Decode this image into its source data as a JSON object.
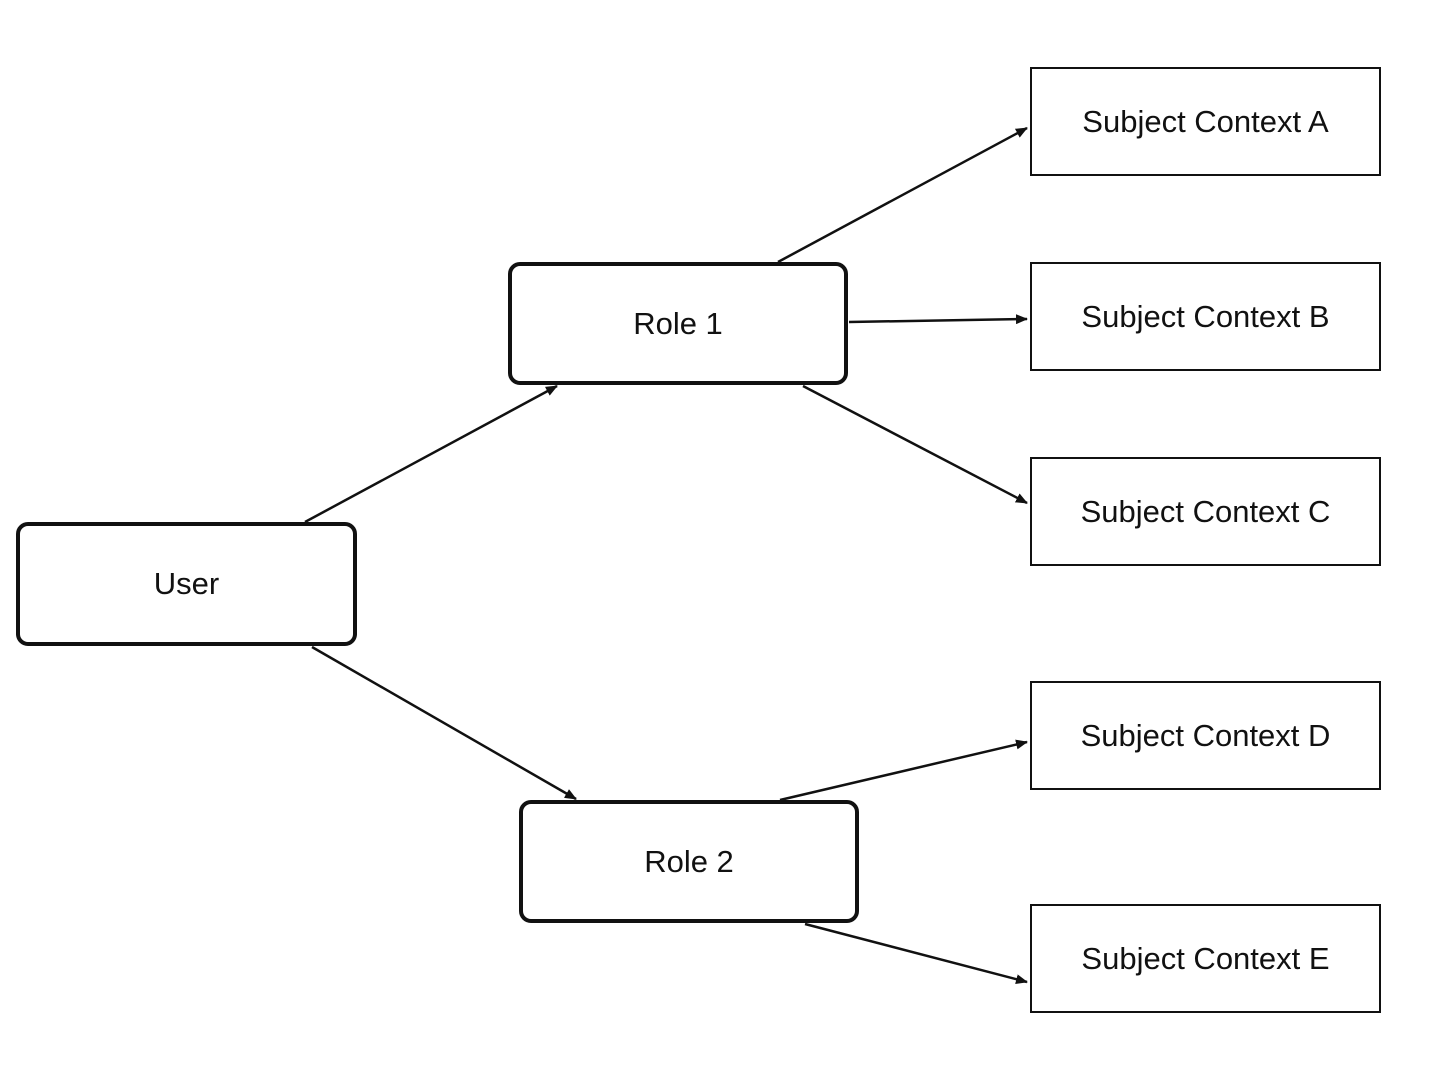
{
  "nodes": {
    "user": {
      "label": "User"
    },
    "role1": {
      "label": "Role 1"
    },
    "role2": {
      "label": "Role 2"
    },
    "ctx_a": {
      "label": "Subject Context A"
    },
    "ctx_b": {
      "label": "Subject Context B"
    },
    "ctx_c": {
      "label": "Subject Context C"
    },
    "ctx_d": {
      "label": "Subject Context D"
    },
    "ctx_e": {
      "label": "Subject Context E"
    }
  },
  "edges": [
    {
      "from": "user",
      "to": "role1"
    },
    {
      "from": "user",
      "to": "role2"
    },
    {
      "from": "role1",
      "to": "ctx_a"
    },
    {
      "from": "role1",
      "to": "ctx_b"
    },
    {
      "from": "role1",
      "to": "ctx_c"
    },
    {
      "from": "role2",
      "to": "ctx_d"
    },
    {
      "from": "role2",
      "to": "ctx_e"
    }
  ],
  "colors": {
    "stroke": "#111111",
    "background": "#ffffff"
  }
}
